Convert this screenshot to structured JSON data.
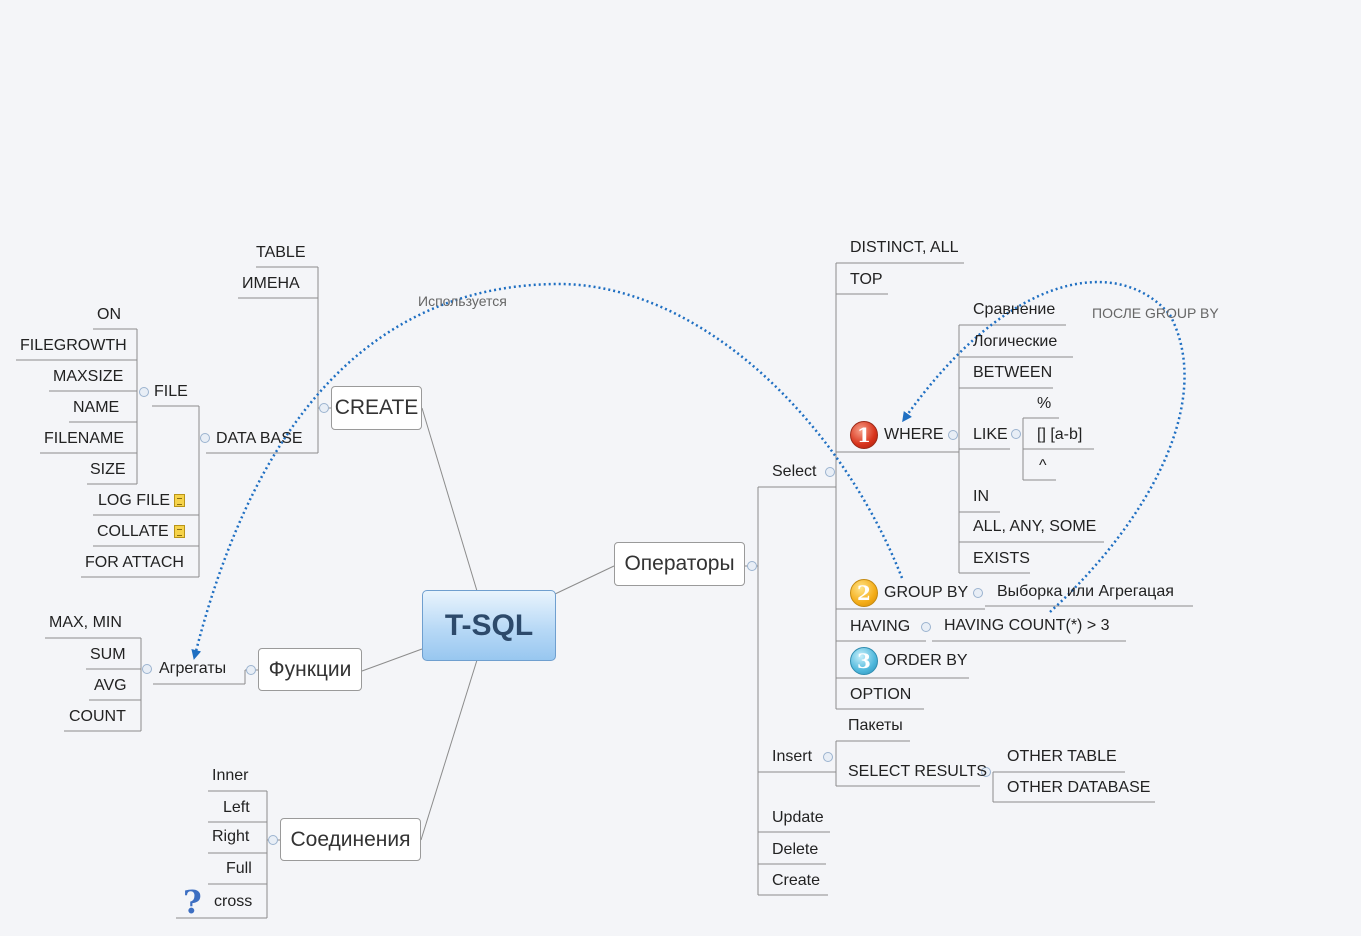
{
  "root": "T-SQL",
  "branches": {
    "create": "CREATE",
    "operators": "Операторы",
    "functions": "Функции",
    "joins": "Соединения"
  },
  "create": {
    "table": "TABLE",
    "names": "ИМЕНА",
    "database": "DATA BASE",
    "file": "FILE",
    "file_items": [
      "ON",
      "FILEGROWTH",
      "MAXSIZE",
      "NAME",
      "FILENAME",
      "SIZE"
    ],
    "log_file": "LOG FILE",
    "collate": "COLLATE",
    "for_attach": "FOR ATTACH"
  },
  "functions": {
    "aggregates": "Агрегаты",
    "items": [
      "MAX, MIN",
      "SUM",
      "AVG",
      "COUNT"
    ]
  },
  "joins": {
    "items": [
      "Inner",
      "Left",
      "Right",
      "Full",
      "cross"
    ]
  },
  "operators": {
    "select": "Select",
    "select_items": {
      "distinct": "DISTINCT, ALL",
      "top": "TOP",
      "where": "WHERE",
      "group_by": "GROUP BY",
      "having": "HAVING",
      "order_by": "ORDER BY",
      "option": "OPTION"
    },
    "where_items": {
      "compare": "Сравнение",
      "logical": "Логические",
      "between": "BETWEEN",
      "like": "LIKE",
      "in": "IN",
      "all_any_some": "ALL, ANY, SOME",
      "exists": "EXISTS"
    },
    "like_items": [
      "%",
      "[] [a-b]",
      "^"
    ],
    "group_by_detail": "Выборка или Агрегацая",
    "having_detail": "HAVING COUNT(*) > 3",
    "insert": "Insert",
    "insert_items": {
      "packets": "Пакеты",
      "select_results": "SELECT RESULTS"
    },
    "select_results_items": [
      "OTHER TABLE",
      "OTHER DATABASE"
    ],
    "update": "Update",
    "delete": "Delete",
    "create": "Create"
  },
  "relationships": {
    "used": "Используется",
    "after_group_by": "ПОСЛЕ GROUP BY"
  },
  "markers": [
    "1",
    "2",
    "3"
  ],
  "colors": {
    "relationship": "#1f6fc2",
    "root_fill": "#b8d9f6",
    "line": "#888888"
  }
}
